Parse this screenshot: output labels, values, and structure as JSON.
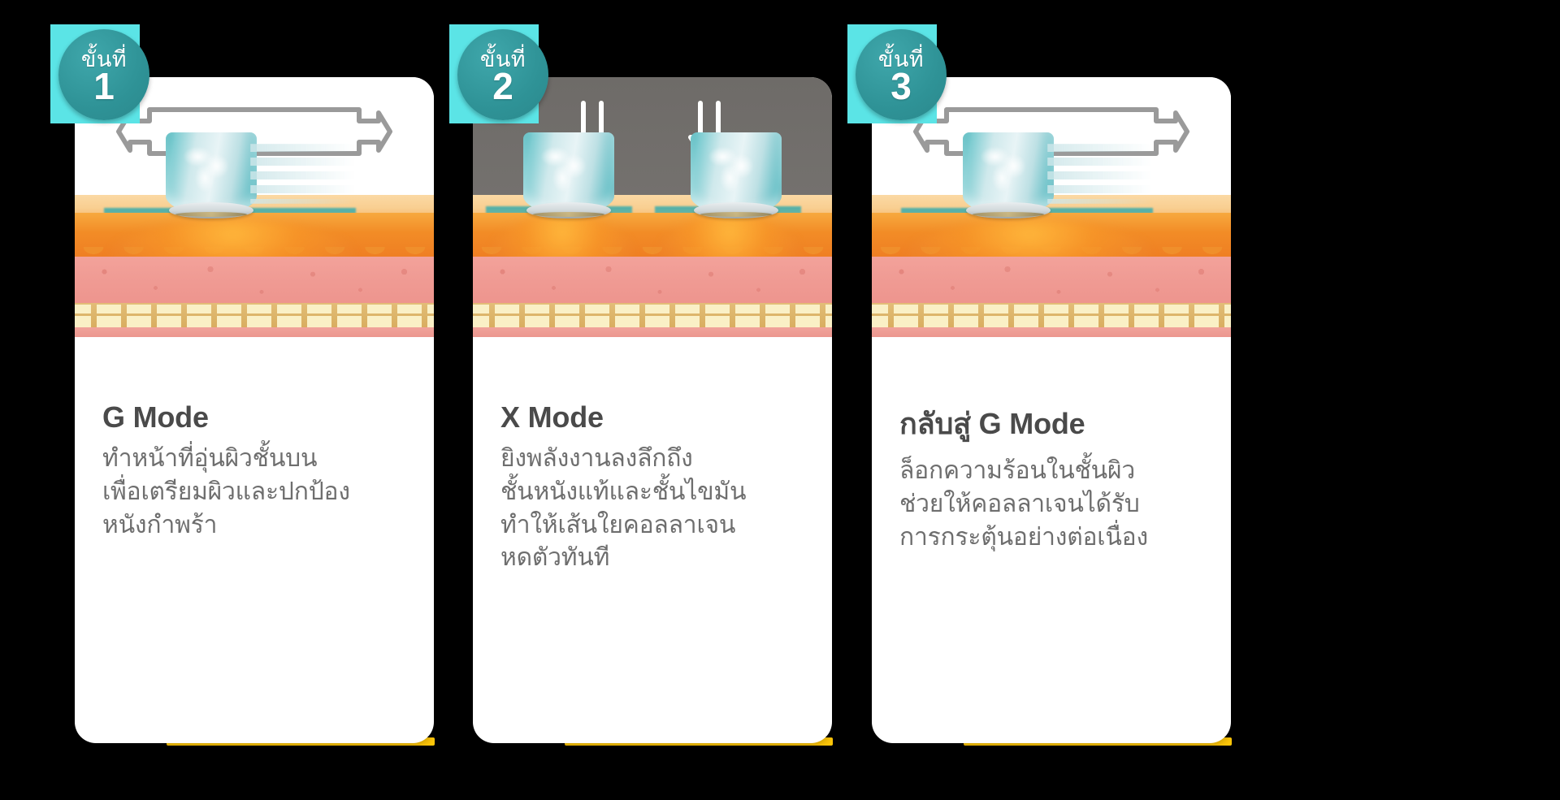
{
  "page": {
    "background_color": "#000000",
    "accent_teal": "#2F9397",
    "accent_cyan": "#5BE4E6",
    "accent_yellow": "#FFC709",
    "title_color": "#4A4A4A",
    "body_color": "#6E6E6E"
  },
  "cards": [
    {
      "badge_label": "ขั้นที่",
      "badge_number": "1",
      "title": "G Mode",
      "description": "ทำหน้าที่อุ่นผิวชั้นบน\nเพื่อเตรียมผิวและปกป้อง\nหนังกำพร้า",
      "illustration": {
        "type": "skin-cross-section",
        "background": "white",
        "arrow": "double-horizontal-arrow",
        "applicator_count": 1
      }
    },
    {
      "badge_label": "ขั้นที่",
      "badge_number": "2",
      "title": "X Mode",
      "description": "ยิงพลังงานลงลึกถึง\nชั้นหนังแท้และชั้นไขมัน\nทำให้เส้นใยคอลลาเจน\nหดตัวทันที",
      "illustration": {
        "type": "skin-cross-section",
        "background": "dark-gray",
        "arrow": "two-down-arrows",
        "applicator_count": 2
      }
    },
    {
      "badge_label": "ขั้นที่",
      "badge_number": "3",
      "title": "กลับสู่ G Mode",
      "description": "ล็อกความร้อนในชั้นผิว\nช่วยให้คอลลาเจนได้รับ\nการกระตุ้นอย่างต่อเนื่อง",
      "illustration": {
        "type": "skin-cross-section",
        "background": "white",
        "arrow": "double-horizontal-arrow",
        "applicator_count": 1
      }
    }
  ]
}
